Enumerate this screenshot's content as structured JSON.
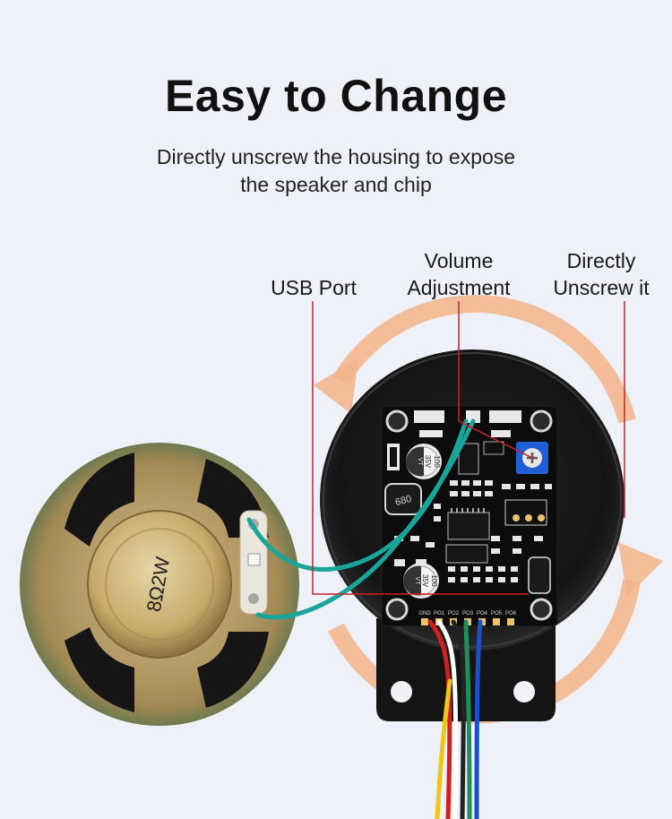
{
  "heading": {
    "title": "Easy to Change",
    "subtitle_line1": "Directly unscrew the housing to expose",
    "subtitle_line2": "the speaker and chip"
  },
  "callouts": {
    "usb_port": "USB Port",
    "volume_line1": "Volume",
    "volume_line2": "Adjustment",
    "unscrew_line1": "Directly",
    "unscrew_line2": "Unscrew it"
  },
  "components": {
    "speaker_rating": "8Ω2W",
    "cap_top": [
      "100",
      "35V",
      "VT"
    ],
    "cap_bottom": [
      "100",
      "35V",
      "VT"
    ],
    "inductor": "680",
    "pin_labels": [
      "GND",
      "PO1",
      "PO2",
      "PO3",
      "PO4",
      "PO5",
      "PO6"
    ]
  },
  "colors": {
    "background": "#eef1f7",
    "arrow": "#f5b48a",
    "leader_line": "#c9202a",
    "housing": "#151515",
    "pcb": "#0c0c0c",
    "potentiometer": "#1f5fd6"
  }
}
